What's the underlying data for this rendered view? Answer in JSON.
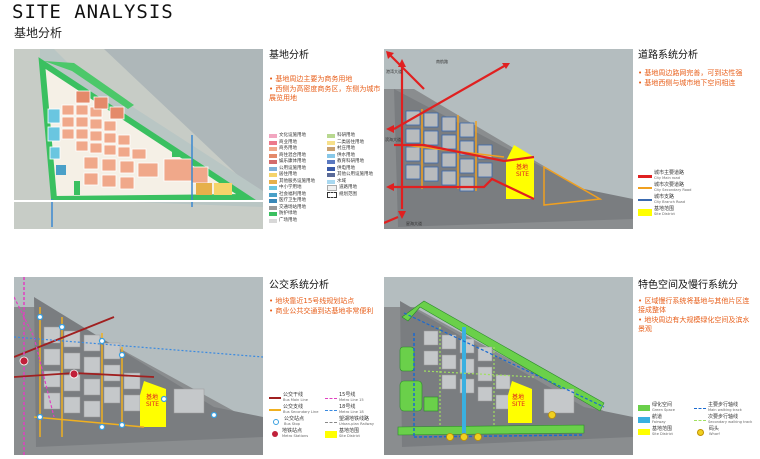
{
  "header": {
    "title": "SITE ANALYSIS",
    "subtitle": "基地分析"
  },
  "panels": {
    "site": {
      "title": "基地分析",
      "notes": [
        "基地周边主要为商务用地",
        "西侧为高密度商务区，东侧为城市展览用地"
      ],
      "legend": [
        {
          "label": "文化设施用地",
          "color": "#f2a6c0"
        },
        {
          "label": "商业用地",
          "color": "#ec7a8c"
        },
        {
          "label": "商务用地",
          "color": "#f0a88a"
        },
        {
          "label": "商住混合用地",
          "color": "#e48a6a"
        },
        {
          "label": "娱乐康体用地",
          "color": "#d36b6b"
        },
        {
          "label": "公用设施用地",
          "color": "#7fb0d8"
        },
        {
          "label": "居住用地",
          "color": "#f5d36a"
        },
        {
          "label": "其他服务设施用地",
          "color": "#e6b04a"
        },
        {
          "label": "中小学用地",
          "color": "#6ac6e0"
        },
        {
          "label": "社会福利用地",
          "color": "#4aa0c8"
        },
        {
          "label": "医疗卫生用地",
          "color": "#3a88b8"
        },
        {
          "label": "交通场站用地",
          "color": "#9a9a9a"
        },
        {
          "label": "防护绿地",
          "color": "#3ac060"
        },
        {
          "label": "广场用地",
          "color": "#d8d8d8"
        },
        {
          "label": "科研用地",
          "color": "#b8d890"
        },
        {
          "label": "二类居住用地",
          "color": "#f7e08a"
        },
        {
          "label": "村庄用地",
          "color": "#c8a070"
        },
        {
          "label": "供水用地",
          "color": "#88c8e8"
        },
        {
          "label": "教育科研用地",
          "color": "#5a78c0"
        },
        {
          "label": "供电用地",
          "color": "#3a5aa8"
        },
        {
          "label": "其他公用设施用地",
          "color": "#5a6a98"
        },
        {
          "label": "水域",
          "color": "#a8d8f0"
        },
        {
          "label": "道路用地",
          "color": "#f0f0f0"
        },
        {
          "label": "规划范围",
          "color": "#ffffff"
        }
      ]
    },
    "road": {
      "title": "道路系统分析",
      "notes": [
        "基地周边路网完善，可到达性强",
        "基地西侧与城市地下空间相连"
      ],
      "site_label": [
        "基地",
        "SITE"
      ],
      "road_labels": [
        "港湾大道",
        "南航路",
        "滨海大道",
        "星海大道"
      ],
      "legend": [
        {
          "cn": "城市主要道路",
          "en": "City Main road",
          "color": "#e02020"
        },
        {
          "cn": "城市次要道路",
          "en": "City Secondary Road",
          "color": "#f0a020"
        },
        {
          "cn": "城市支路",
          "en": "City Branch Road",
          "color": "#3a6ab0"
        },
        {
          "cn": "基地范围",
          "en": "Site District",
          "color": "#ffff00"
        }
      ]
    },
    "transit": {
      "title": "公交系统分析",
      "notes": [
        "地块靠近15号线规划站点",
        "商业公共交通到达基地非常便利"
      ],
      "site_label": [
        "基地",
        "SITE"
      ],
      "legend": [
        {
          "cn": "公交干线",
          "en": "Bus Main Line",
          "color": "#a02020"
        },
        {
          "cn": "公交支线",
          "en": "Bus Secondary Line",
          "color": "#f0b020"
        },
        {
          "cn": "公交站点",
          "en": "Bus Stop",
          "color": "#3aa0e0"
        },
        {
          "cn": "地铁站点",
          "en": "Metro Stations",
          "color": "#c0203a"
        },
        {
          "cn": "15号线",
          "en": "Metro Line 15",
          "color": "#e040c0"
        },
        {
          "cn": "18号线",
          "en": "Metro Line 18",
          "color": "#3a8ae0"
        },
        {
          "cn": "望湖地铁线路",
          "en": "Urban-plan Railway",
          "color": "#888888"
        },
        {
          "cn": "基地范围",
          "en": "Site District",
          "color": "#ffff00"
        }
      ]
    },
    "green": {
      "title": "特色空间及慢行系统分",
      "notes": [
        "区域慢行系统将基地与其他片区连接成整体",
        "地块周边有大规模绿化空间及滨水景观"
      ],
      "site_label": [
        "基地",
        "SITE"
      ],
      "legend": [
        {
          "cn": "绿化空间",
          "en": "Green Space",
          "color": "#6ad04a"
        },
        {
          "cn": "主要步行轴线",
          "en": "Main walking track",
          "color": "#1a6ad0"
        },
        {
          "cn": "航道",
          "en": "Fairway",
          "color": "#3ab0e0"
        },
        {
          "cn": "次要步行轴线",
          "en": "Secondary walking track",
          "color": "#a0e060"
        },
        {
          "cn": "基地范围",
          "en": "Site District",
          "color": "#ffff00"
        },
        {
          "cn": "码头",
          "en": "Wharf",
          "color": "#f0d020"
        }
      ]
    }
  }
}
